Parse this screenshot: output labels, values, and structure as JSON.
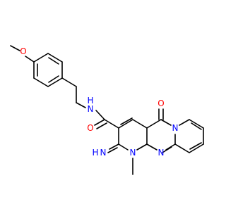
{
  "molecule": {
    "labels": {
      "methoxy_o": "O",
      "methoxy_c": "",
      "amide_n": "N",
      "amide_h": "H",
      "amide_o": "O",
      "ketone_o": "O",
      "ring_n_bridge": "N",
      "ring_n_lower": "N",
      "ring_n_methyl": "N",
      "imine_n": "N",
      "imine_h": "H",
      "methyl": ""
    },
    "colors": {
      "bond": "#000000",
      "nitrogen": "#0000ff",
      "oxygen": "#ff0000"
    }
  }
}
